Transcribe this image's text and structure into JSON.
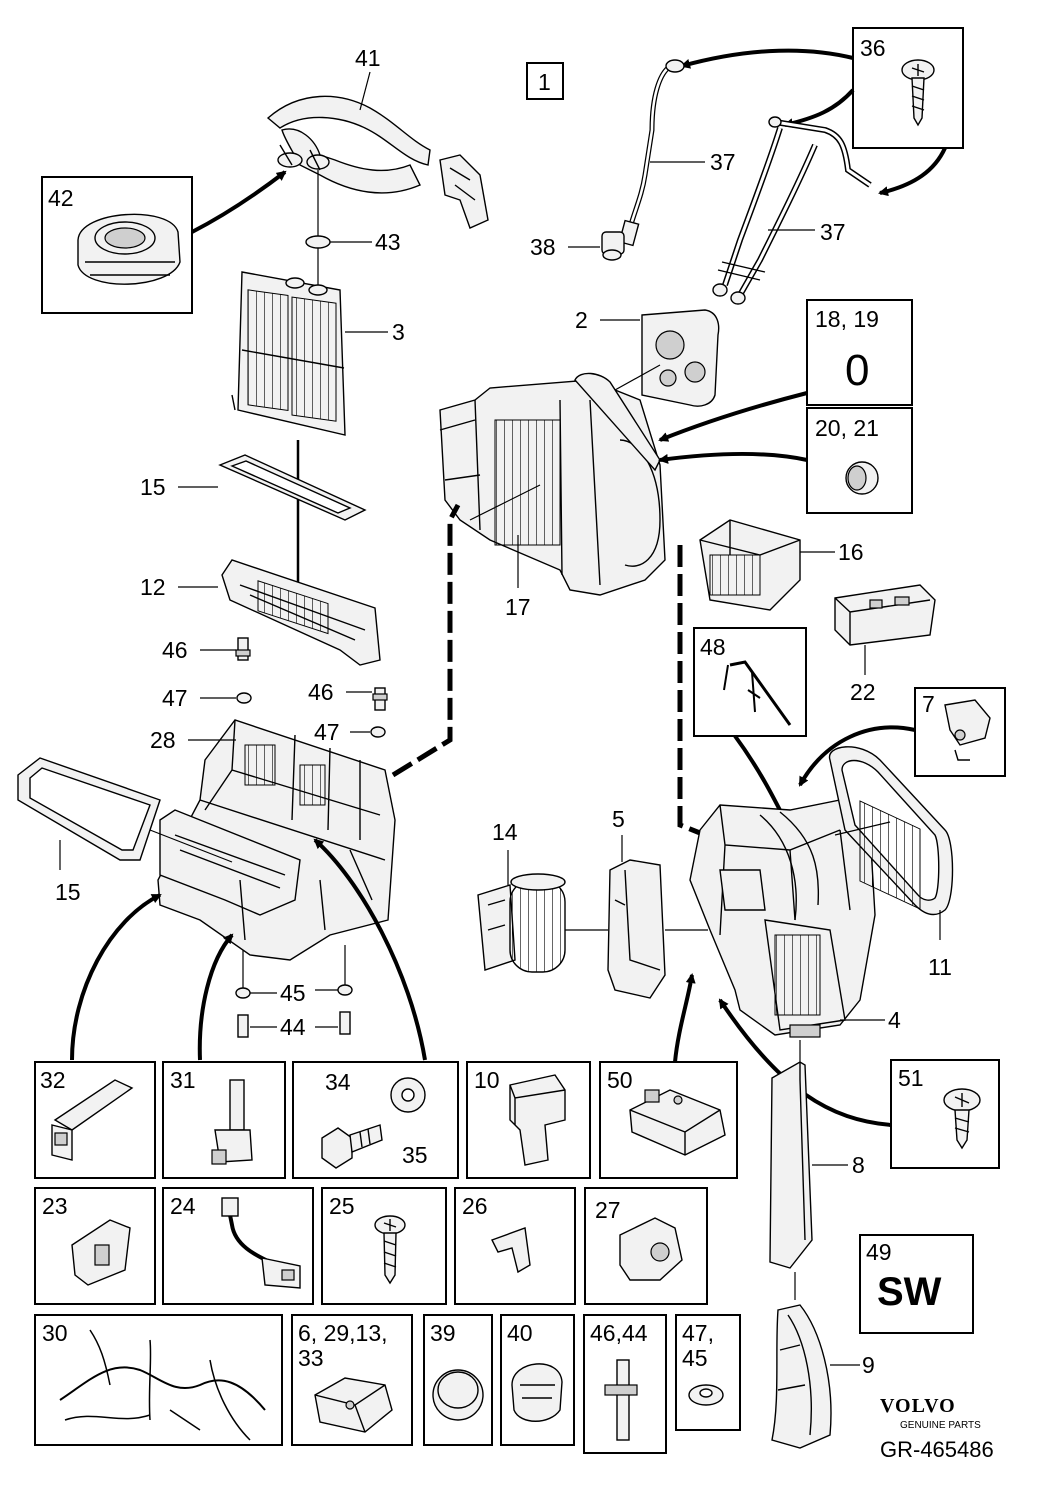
{
  "diagram": {
    "reference": "GR-465486",
    "brand": "VOLVO",
    "brand_sub": "GENUINE PARTS",
    "group_label": "1",
    "labels": {
      "l41": "41",
      "l42": "42",
      "l43": "43",
      "l3": "3",
      "l15a": "15",
      "l12": "12",
      "l46a": "46",
      "l47a": "47",
      "l28": "28",
      "l46b": "46",
      "l47b": "47",
      "l15b": "15",
      "l45": "45",
      "l44": "44",
      "l36": "36",
      "l37a": "37",
      "l37b": "37",
      "l38": "38",
      "l2": "2",
      "l17": "17",
      "l16": "16",
      "l22": "22",
      "l14": "14",
      "l5": "5",
      "l11": "11",
      "l4": "4",
      "l8": "8",
      "l9": "9"
    },
    "boxes": {
      "b1819": "18, 19",
      "b1819_value": "0",
      "b2021": "20, 21",
      "b48": "48",
      "b7": "7",
      "b32": "32",
      "b31": "31",
      "b34": "34",
      "b35": "35",
      "b10": "10",
      "b50": "50",
      "b51": "51",
      "b23": "23",
      "b24": "24",
      "b25": "25",
      "b26": "26",
      "b27": "27",
      "b49": "49",
      "b49_value": "SW",
      "b30": "30",
      "b6_line1": "6, 29,13,",
      "b6_line2": "33",
      "b39": "39",
      "b40": "40",
      "b4644": "46,44",
      "b4745_line1": "47,",
      "b4745_line2": "45"
    }
  }
}
